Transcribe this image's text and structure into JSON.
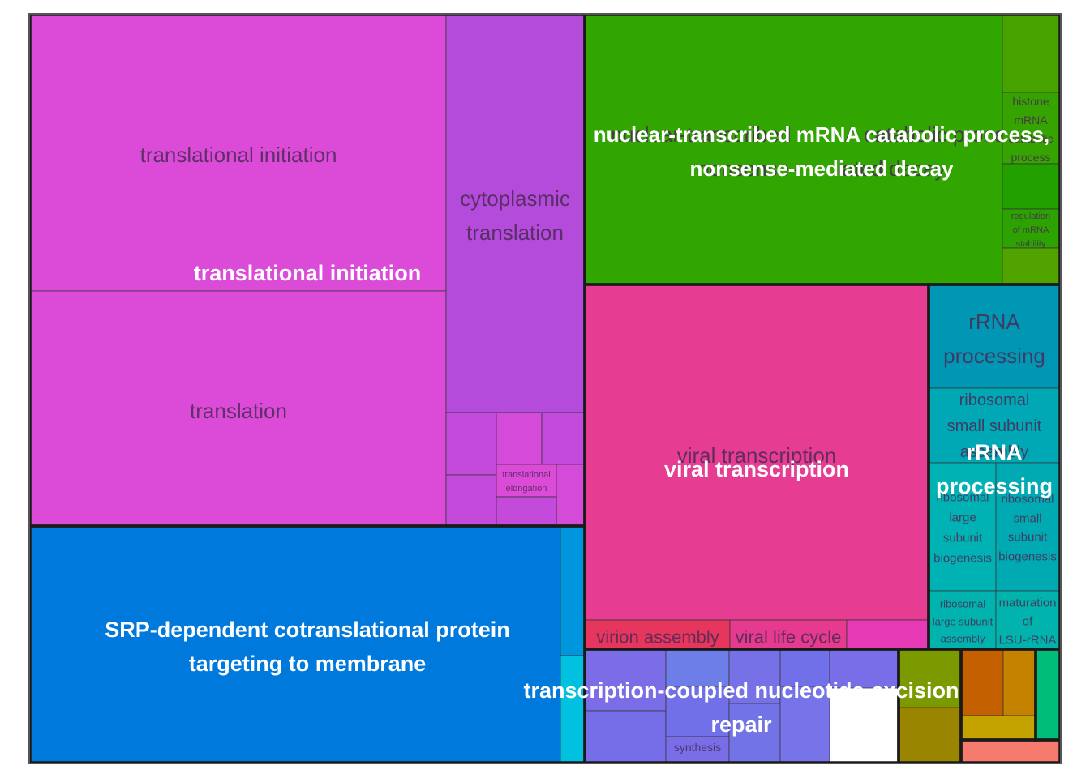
{
  "chart_data": {
    "type": "treemap",
    "groups": [
      {
        "name": "translational initiation",
        "terms": [
          {
            "label": "translational initiation",
            "color": "#db4bd8"
          },
          {
            "label": "translation",
            "color": "#db4bd8"
          },
          {
            "label": "cytoplasmic translation",
            "color": "#b54bdb"
          },
          {
            "label": "",
            "color": "#c44adb"
          },
          {
            "label": "",
            "color": "#d64ad9"
          },
          {
            "label": "",
            "color": "#c44adb"
          },
          {
            "label": "",
            "color": "#c44adb"
          },
          {
            "label": "translational elongation",
            "color": "#db4bd8"
          },
          {
            "label": "",
            "color": "#d44ad9"
          },
          {
            "label": "",
            "color": "#c44adb"
          }
        ]
      },
      {
        "name": "nuclear-transcribed mRNA catabolic process, nonsense-mediated decay",
        "terms": [
          {
            "label": "nuclear-transcribed mRNA catabolic process, nonsense-mediated decay",
            "color": "#31a600"
          },
          {
            "label": "",
            "color": "#47a300"
          },
          {
            "label": "histone mRNA catabolic process",
            "color": "#35a300"
          },
          {
            "label": "",
            "color": "#21a000"
          },
          {
            "label": "regulation of mRNA stability",
            "color": "#2ca300"
          },
          {
            "label": "",
            "color": "#51a300"
          }
        ]
      },
      {
        "name": "viral transcription",
        "terms": [
          {
            "label": "viral transcription",
            "color": "#e63c92"
          },
          {
            "label": "virion assembly",
            "color": "#e6365e"
          },
          {
            "label": "viral life cycle",
            "color": "#e63a8e"
          },
          {
            "label": "",
            "color": "#e639b5"
          }
        ]
      },
      {
        "name": "rRNA processing",
        "terms": [
          {
            "label": "rRNA processing",
            "color": "#0097b5"
          },
          {
            "label": "ribosomal small subunit assembly",
            "color": "#00a8b5"
          },
          {
            "label": "ribosomal large subunit biogenesis",
            "color": "#00b2b4"
          },
          {
            "label": "ribosomal small subunit biogenesis",
            "color": "#00aab3"
          },
          {
            "label": "ribosomal large subunit assembly",
            "color": "#00b3ae"
          },
          {
            "label": "maturation of LSU-rRNA",
            "color": "#00b4ad"
          }
        ]
      },
      {
        "name": "SRP-dependent cotranslational protein targeting to membrane",
        "terms": [
          {
            "label": "SRP-dependent cotranslational protein targeting to membrane",
            "color": "#0079dd"
          },
          {
            "label": "",
            "color": "#0096dd"
          },
          {
            "label": "",
            "color": "#00c2e0"
          }
        ]
      },
      {
        "name": "transcription-coupled nucleotide-excision repair",
        "terms": [
          {
            "label": "",
            "color": "#7b6ce8"
          },
          {
            "label": "",
            "color": "#6e7ee8"
          },
          {
            "label": "",
            "color": "#7771e8"
          },
          {
            "label": "",
            "color": "#7270e8"
          },
          {
            "label": "",
            "color": "#7a6ee8"
          },
          {
            "label": "",
            "color": "#756ee8"
          },
          {
            "label": "",
            "color": "#7270e8"
          },
          {
            "label": "synthesis",
            "color": "#7a6ee8"
          },
          {
            "label": "",
            "color": "#7373e8"
          },
          {
            "label": "",
            "color": "#7773e8"
          }
        ]
      },
      {
        "name": "",
        "terms": [
          {
            "label": "",
            "color": "#7a9a00"
          },
          {
            "label": "",
            "color": "#9a8500"
          }
        ]
      },
      {
        "name": "",
        "terms": [
          {
            "label": "",
            "color": "#c46000"
          },
          {
            "label": "",
            "color": "#c48200"
          },
          {
            "label": "",
            "color": "#c4a300"
          }
        ]
      },
      {
        "name": "",
        "terms": [
          {
            "label": "",
            "color": "#00be7a"
          }
        ]
      },
      {
        "name": "",
        "terms": [
          {
            "label": "",
            "color": "#f77a6e"
          }
        ]
      }
    ]
  }
}
